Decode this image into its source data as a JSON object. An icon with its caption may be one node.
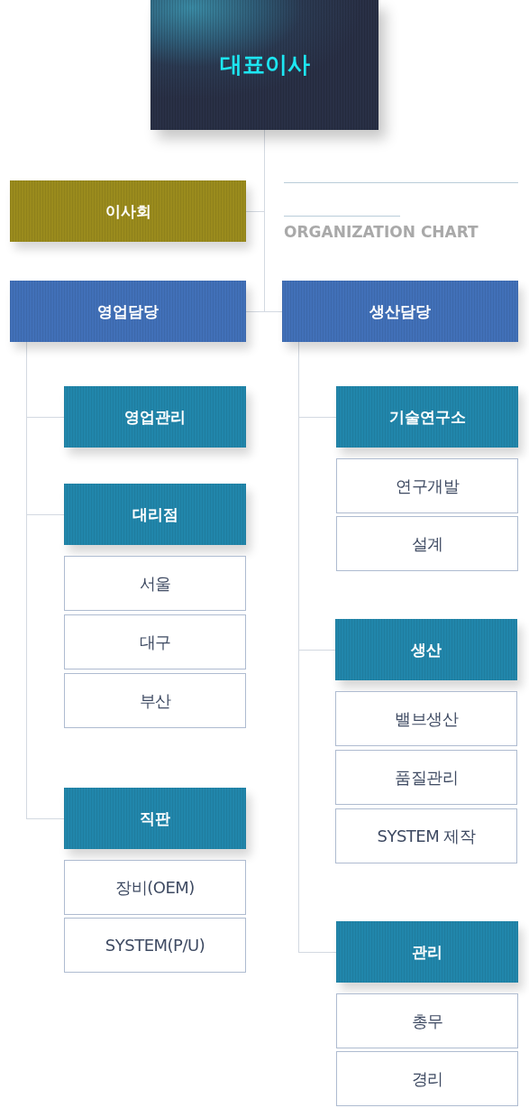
{
  "diagram": {
    "title": "ORGANIZATION CHART",
    "nodes": [
      {
        "text": [
          "대표이사"
        ]
      },
      {
        "text": [
          "이사회"
        ]
      },
      {
        "text": [
          "영업담당"
        ]
      },
      {
        "text": [
          "생산담당"
        ]
      },
      {
        "text": [
          "영업관리"
        ]
      },
      {
        "text": [
          "대리점"
        ]
      },
      {
        "text": [
          "서울"
        ]
      },
      {
        "text": [
          "대구"
        ]
      },
      {
        "text": [
          "부산"
        ]
      },
      {
        "text": [
          "직판"
        ]
      },
      {
        "text": [
          "장비(OEM)"
        ]
      },
      {
        "text": [
          "SYSTEM(P/U)"
        ]
      },
      {
        "text": [
          "기술연구소"
        ]
      },
      {
        "text": [
          "연구개발"
        ]
      },
      {
        "text": [
          "설계"
        ]
      },
      {
        "text": [
          "생산"
        ]
      },
      {
        "text": [
          "밸브생산"
        ]
      },
      {
        "text": [
          "품질관리"
        ]
      },
      {
        "text": [
          "SYSTEM 제작"
        ]
      },
      {
        "text": [
          "관리"
        ]
      },
      {
        "text": [
          "총무"
        ]
      },
      {
        "text": [
          "경리"
        ]
      }
    ],
    "edges": [
      {
        "from": 0,
        "to": 1,
        "arrow": "none"
      },
      {
        "from": 0,
        "to": 2,
        "arrow": "none"
      },
      {
        "from": 0,
        "to": 3,
        "arrow": "none"
      },
      {
        "from": 2,
        "to": 4,
        "arrow": "none"
      },
      {
        "from": 2,
        "to": 5,
        "arrow": "none"
      },
      {
        "from": 2,
        "to": 9,
        "arrow": "none"
      },
      {
        "from": 3,
        "to": 12,
        "arrow": "none"
      },
      {
        "from": 3,
        "to": 15,
        "arrow": "none"
      },
      {
        "from": 3,
        "to": 19,
        "arrow": "none"
      }
    ]
  }
}
